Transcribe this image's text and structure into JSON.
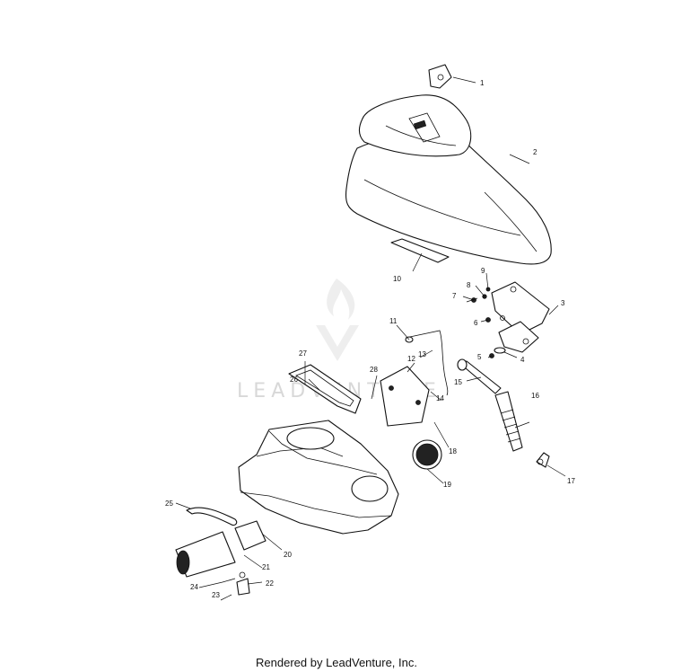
{
  "watermark": {
    "text": "LEADVENTURE"
  },
  "footer": {
    "text": "Rendered by LeadVenture, Inc."
  },
  "callouts": [
    {
      "id": "1",
      "label": "1"
    },
    {
      "id": "2",
      "label": "2"
    },
    {
      "id": "3",
      "label": "3"
    },
    {
      "id": "4",
      "label": "4"
    },
    {
      "id": "5",
      "label": "5"
    },
    {
      "id": "6",
      "label": "6"
    },
    {
      "id": "7",
      "label": "7"
    },
    {
      "id": "8",
      "label": "8"
    },
    {
      "id": "9",
      "label": "9"
    },
    {
      "id": "10",
      "label": "10"
    },
    {
      "id": "11",
      "label": "11"
    },
    {
      "id": "12",
      "label": "12"
    },
    {
      "id": "13",
      "label": "13"
    },
    {
      "id": "14",
      "label": "14"
    },
    {
      "id": "15",
      "label": "15"
    },
    {
      "id": "16",
      "label": "16"
    },
    {
      "id": "17",
      "label": "17"
    },
    {
      "id": "18",
      "label": "18"
    },
    {
      "id": "19",
      "label": "19"
    },
    {
      "id": "20",
      "label": "20"
    },
    {
      "id": "21",
      "label": "21"
    },
    {
      "id": "22",
      "label": "22"
    },
    {
      "id": "23",
      "label": "23"
    },
    {
      "id": "24",
      "label": "24"
    },
    {
      "id": "25",
      "label": "25"
    },
    {
      "id": "26",
      "label": "26"
    },
    {
      "id": "27",
      "label": "27"
    },
    {
      "id": "28",
      "label": "28"
    }
  ]
}
